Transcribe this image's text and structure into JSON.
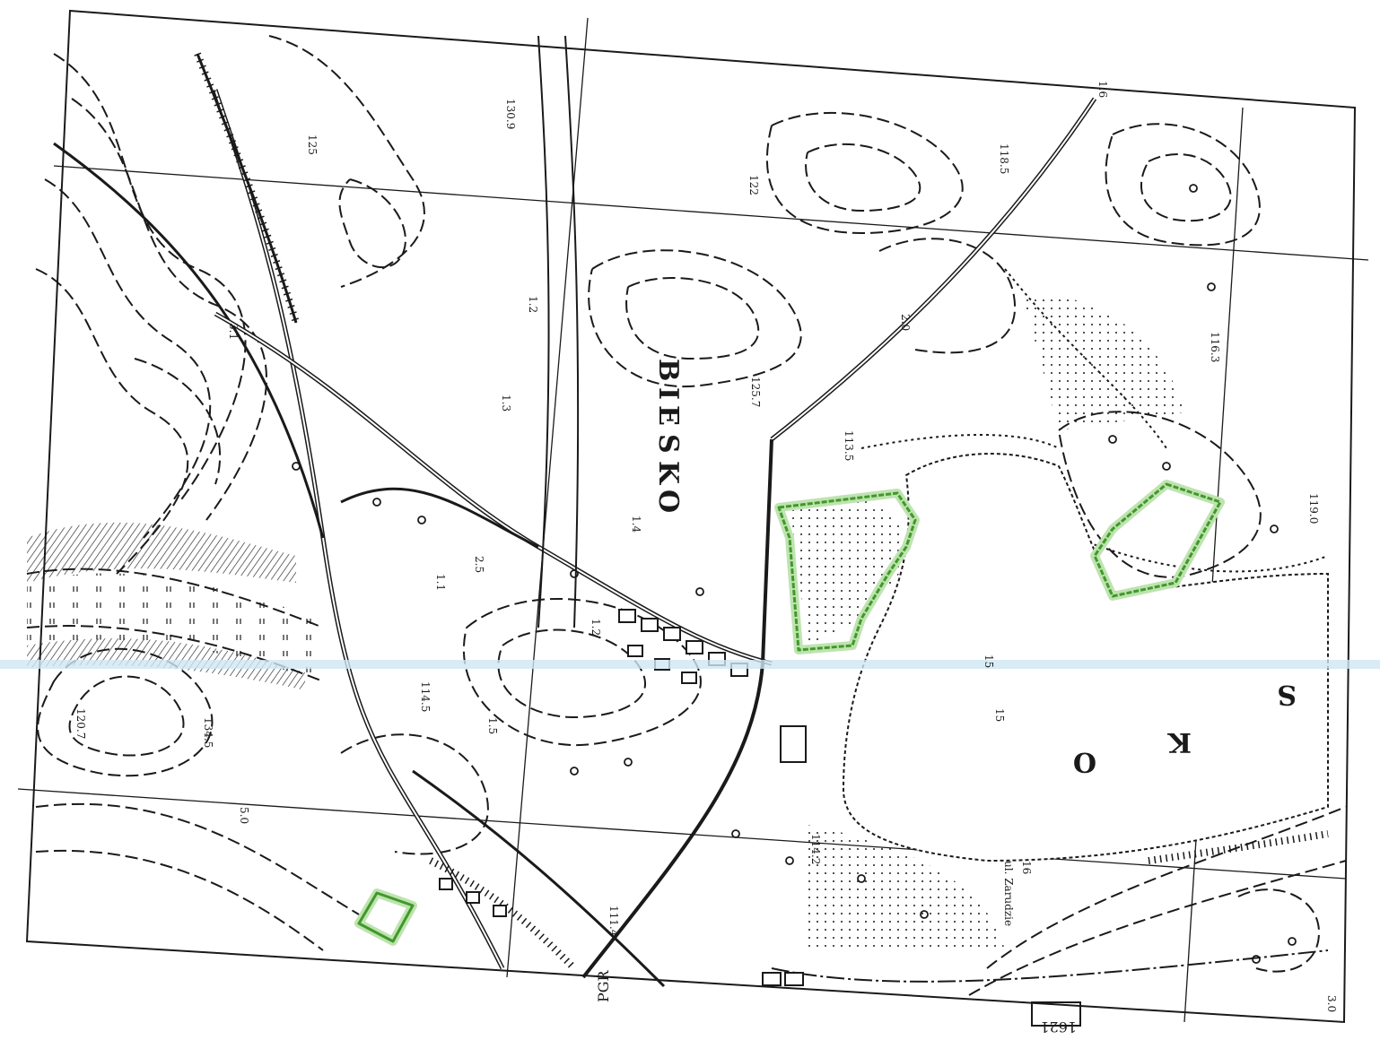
{
  "map": {
    "lake_letters": [
      "S",
      "K",
      "O"
    ],
    "place_name": [
      "B",
      "I",
      "E",
      "S",
      "K",
      "O"
    ],
    "bottom_label": "PGR",
    "road_shield": "1621",
    "street_label": "ul. Zarudzie",
    "lake_depth_labels": [
      "15",
      "15",
      "16"
    ],
    "spot_heights": [
      "130.9",
      "125",
      "122",
      "125.7",
      "118.5",
      "114.2",
      "114.5",
      "111.4",
      "116.3",
      "134.5",
      "119.0",
      "120.7",
      "113.5"
    ],
    "contour_labels": [
      "1.6",
      "2.0",
      "1.2",
      "3.1",
      "2.5",
      "1.5",
      "1.3",
      "1.1",
      "3.0",
      "5.0",
      "1.2",
      "1.4"
    ],
    "colors": {
      "ink": "#1a1a1a",
      "paper": "#ffffff",
      "boundary": "#3f9a2a",
      "boundary_glow": "#bfe3b0",
      "seam": "#cfe6f3"
    }
  }
}
